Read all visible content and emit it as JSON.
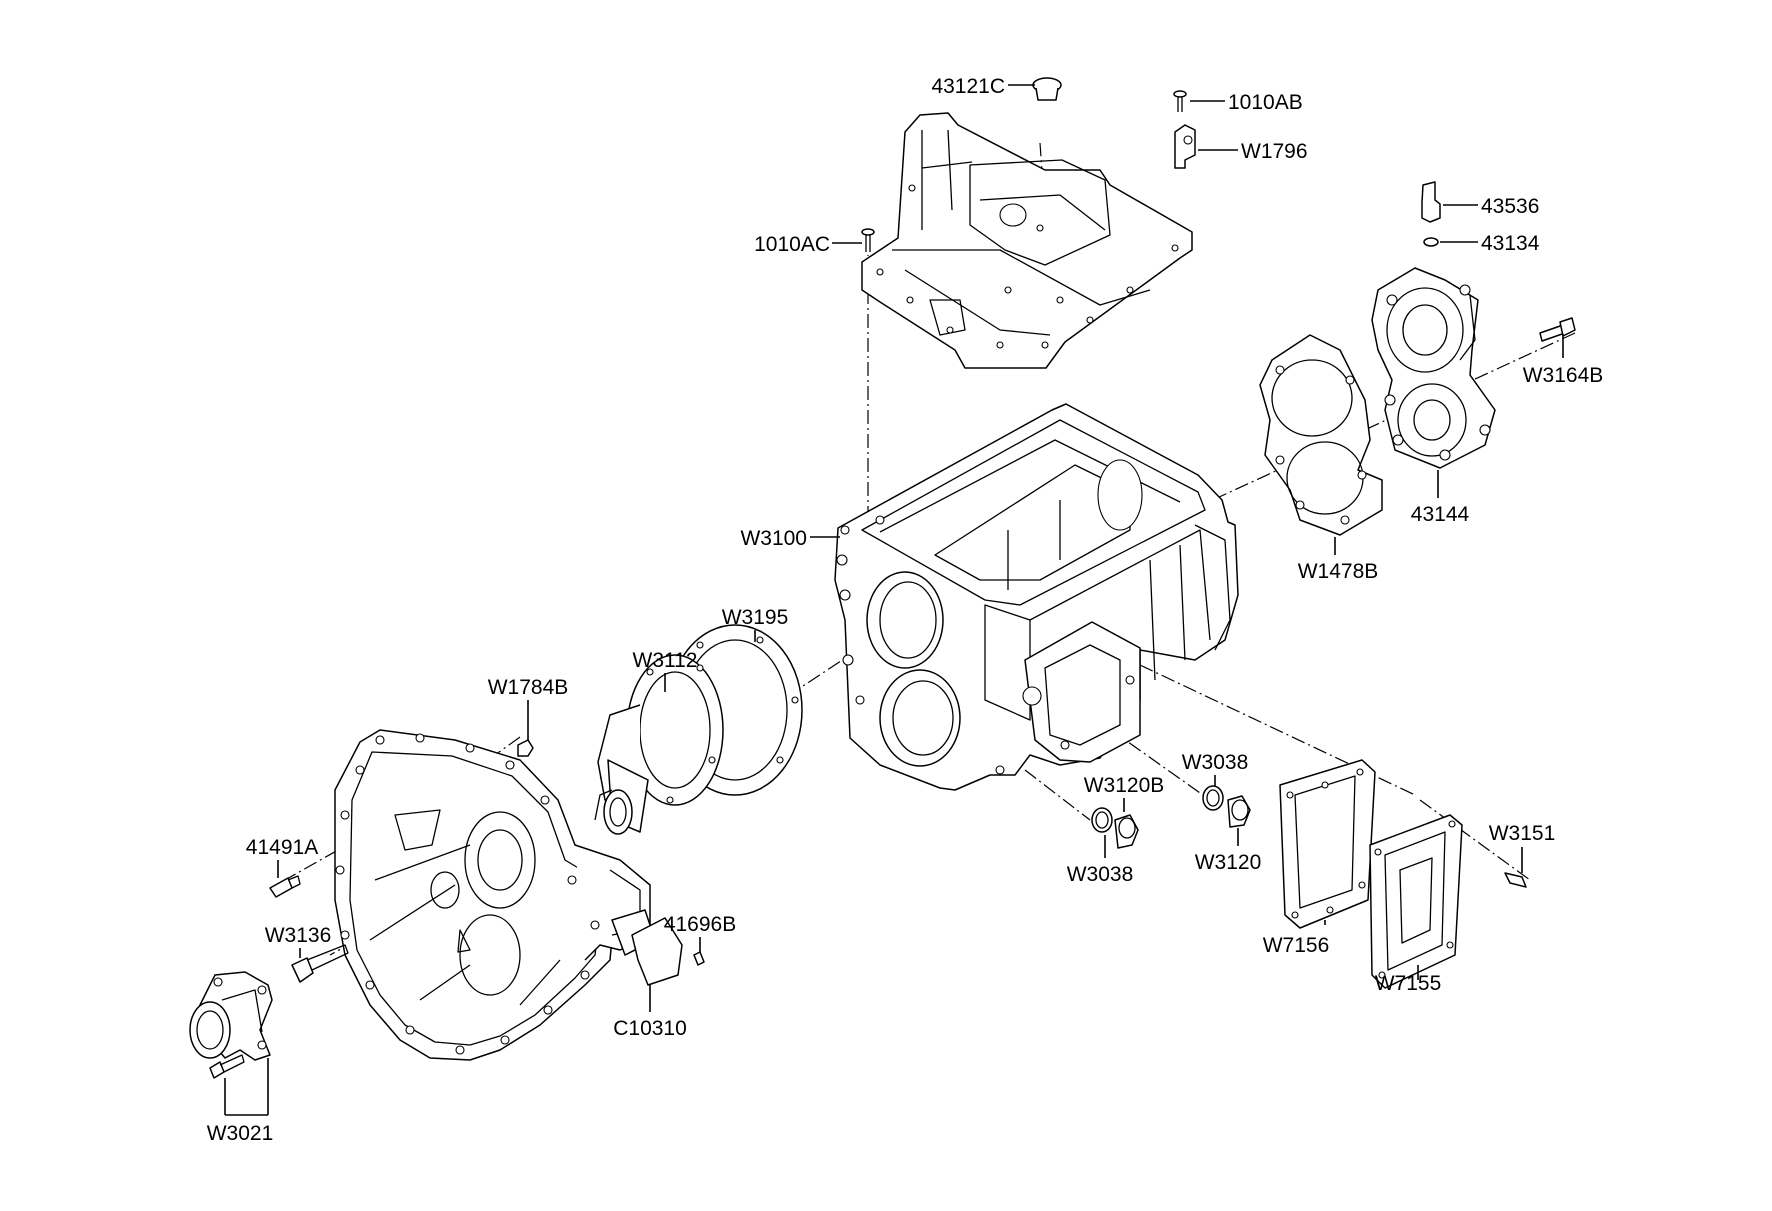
{
  "diagram": {
    "callouts": [
      {
        "id": "43121C"
      },
      {
        "id": "1010AB"
      },
      {
        "id": "W1796"
      },
      {
        "id": "1010AC"
      },
      {
        "id": "43536"
      },
      {
        "id": "43134"
      },
      {
        "id": "W3164B"
      },
      {
        "id": "43144"
      },
      {
        "id": "W1478B"
      },
      {
        "id": "W3100"
      },
      {
        "id": "W3195"
      },
      {
        "id": "W3112"
      },
      {
        "id": "W1784B"
      },
      {
        "id": "41491A"
      },
      {
        "id": "W3136"
      },
      {
        "id": "41696B"
      },
      {
        "id": "C10310"
      },
      {
        "id": "W3021"
      },
      {
        "id": "W3038"
      },
      {
        "id": "W3120B"
      },
      {
        "id": "W3038"
      },
      {
        "id": "W3120"
      },
      {
        "id": "W3151"
      },
      {
        "id": "W7156"
      },
      {
        "id": "W7155"
      }
    ]
  }
}
